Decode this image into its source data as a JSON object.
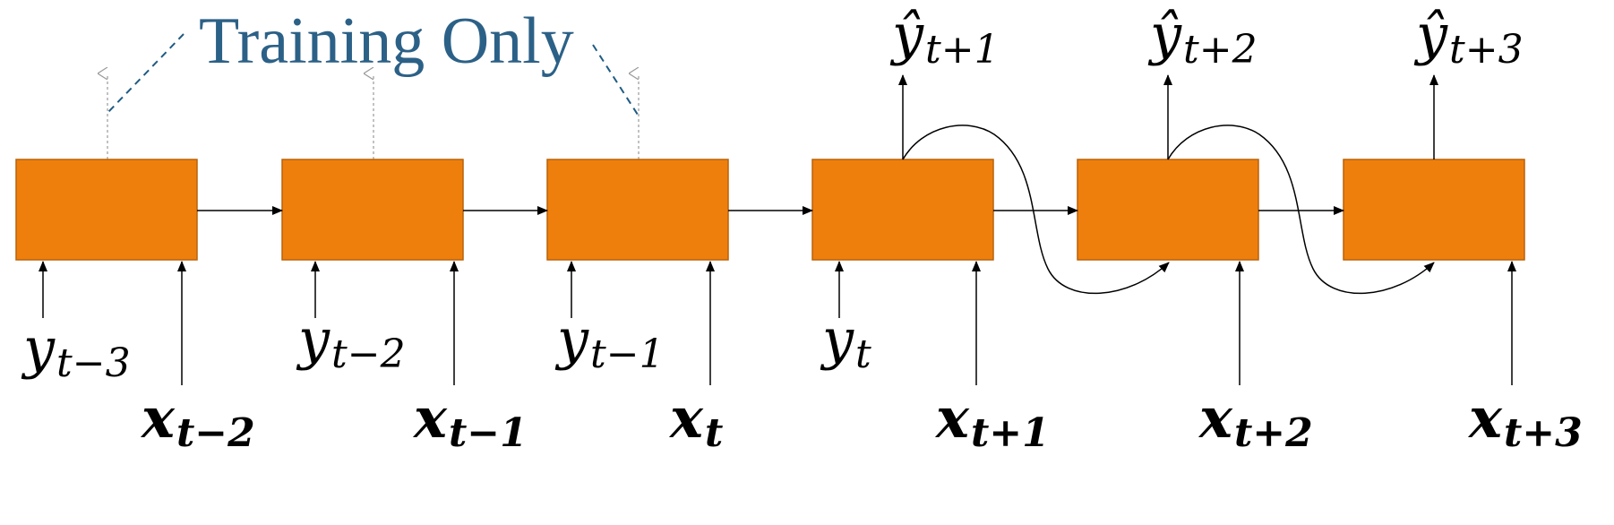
{
  "diagram": {
    "title": "Training Only",
    "cell_color": "#ef7f0c",
    "title_color": "#2c6187",
    "cells": [
      "cell-1",
      "cell-2",
      "cell-3",
      "cell-4",
      "cell-5",
      "cell-6"
    ],
    "inputs_y": [
      {
        "base": "y",
        "sub": "t−3"
      },
      {
        "base": "y",
        "sub": "t−2"
      },
      {
        "base": "y",
        "sub": "t−1"
      },
      {
        "base": "y",
        "sub": "t"
      }
    ],
    "inputs_x": [
      {
        "base": "x",
        "sub": "t−2"
      },
      {
        "base": "x",
        "sub": "t−1"
      },
      {
        "base": "x",
        "sub": "t"
      },
      {
        "base": "x",
        "sub": "t+1"
      },
      {
        "base": "x",
        "sub": "t+2"
      },
      {
        "base": "x",
        "sub": "t+3"
      }
    ],
    "outputs": [
      {
        "base": "ŷ",
        "sub": "t+1"
      },
      {
        "base": "ŷ",
        "sub": "t+2"
      },
      {
        "base": "ŷ",
        "sub": "t+3"
      }
    ]
  }
}
